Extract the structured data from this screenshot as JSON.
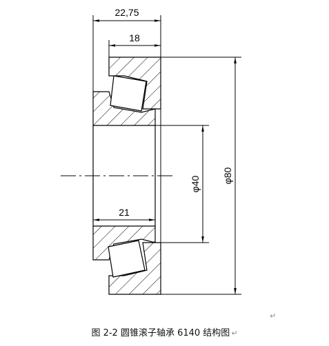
{
  "dimensions": {
    "overall_width": "22,75",
    "outer_ring_width": "18",
    "inner_ring_width": "21",
    "bore_diameter": "φ40",
    "outer_diameter": "φ80"
  },
  "caption": {
    "text": "图 2-2 圆锥滚子轴承 6140 结构图",
    "paragraph_mark": "↵"
  },
  "stray_mark": "↵"
}
